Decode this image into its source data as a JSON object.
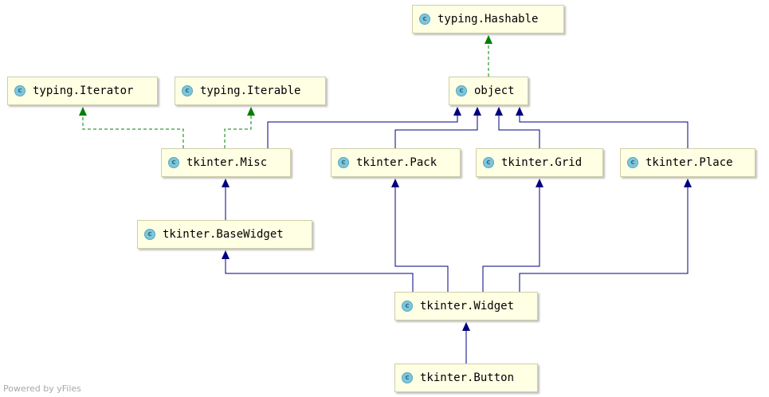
{
  "class_badge": "c",
  "colors": {
    "inheritance_edge": "#000080",
    "interface_edge": "#008000",
    "node_fill": "#ffffe4",
    "badge_fill": "#7fc6db"
  },
  "nodes": {
    "hashable": "typing.Hashable",
    "iterator": "typing.Iterator",
    "iterable": "typing.Iterable",
    "object": "object",
    "misc": "tkinter.Misc",
    "pack": "tkinter.Pack",
    "grid": "tkinter.Grid",
    "place": "tkinter.Place",
    "basewidget": "tkinter.BaseWidget",
    "widget": "tkinter.Widget",
    "button": "tkinter.Button"
  },
  "edges": [
    {
      "from": "object",
      "to": "hashable",
      "kind": "implements"
    },
    {
      "from": "misc",
      "to": "iterator",
      "kind": "implements"
    },
    {
      "from": "misc",
      "to": "iterable",
      "kind": "implements"
    },
    {
      "from": "misc",
      "to": "object",
      "kind": "extends"
    },
    {
      "from": "pack",
      "to": "object",
      "kind": "extends"
    },
    {
      "from": "grid",
      "to": "object",
      "kind": "extends"
    },
    {
      "from": "place",
      "to": "object",
      "kind": "extends"
    },
    {
      "from": "basewidget",
      "to": "misc",
      "kind": "extends"
    },
    {
      "from": "widget",
      "to": "basewidget",
      "kind": "extends"
    },
    {
      "from": "widget",
      "to": "pack",
      "kind": "extends"
    },
    {
      "from": "widget",
      "to": "grid",
      "kind": "extends"
    },
    {
      "from": "widget",
      "to": "place",
      "kind": "extends"
    },
    {
      "from": "button",
      "to": "widget",
      "kind": "extends"
    }
  ],
  "footer": "Powered by yFiles"
}
